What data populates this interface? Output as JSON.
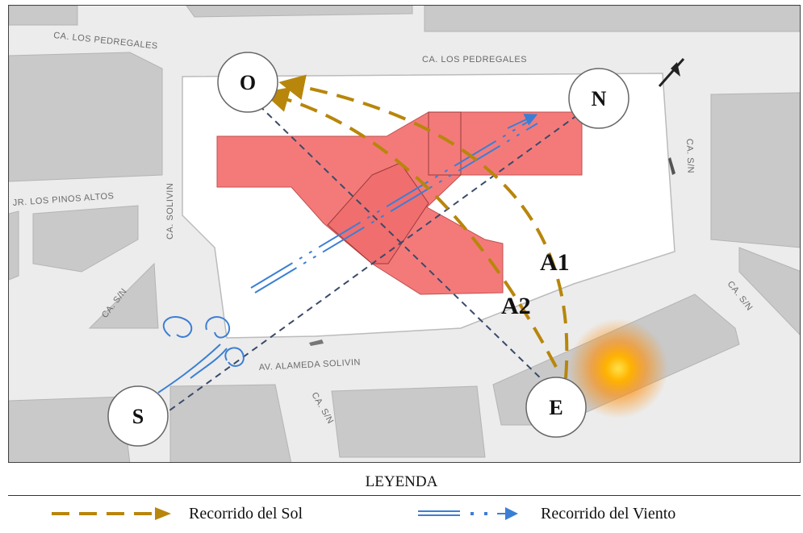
{
  "streets": {
    "pedregales_left": "CA. LOS PEDREGALES",
    "pedregales_right": "CA. LOS PEDREGALES",
    "pinos_altos": "JR. LOS PINOS ALTOS",
    "solivin_vertical": "CA. SOLIVIN",
    "sn_left": "CA. S/N",
    "sn_right_top": "CA. S/N",
    "sn_right_bottom": "CA. S/N",
    "sn_bottom": "CA. S/N",
    "alameda": "AV. ALAMEDA SOLIVIN"
  },
  "compass": {
    "west": "O",
    "north": "N",
    "south": "S",
    "east": "E"
  },
  "angles": {
    "a1": "A1",
    "a2": "A2"
  },
  "legend": {
    "title": "LEYENDA",
    "sun_label": "Recorrido del Sol",
    "wind_label": "Recorrido del Viento"
  },
  "colors": {
    "building": "#f47a7a",
    "sun_path": "#b8860b",
    "wind_path": "#3b7fd4",
    "axis_lines": "#3a4a6a",
    "block": "#c9c9c9",
    "road": "#ececec"
  }
}
